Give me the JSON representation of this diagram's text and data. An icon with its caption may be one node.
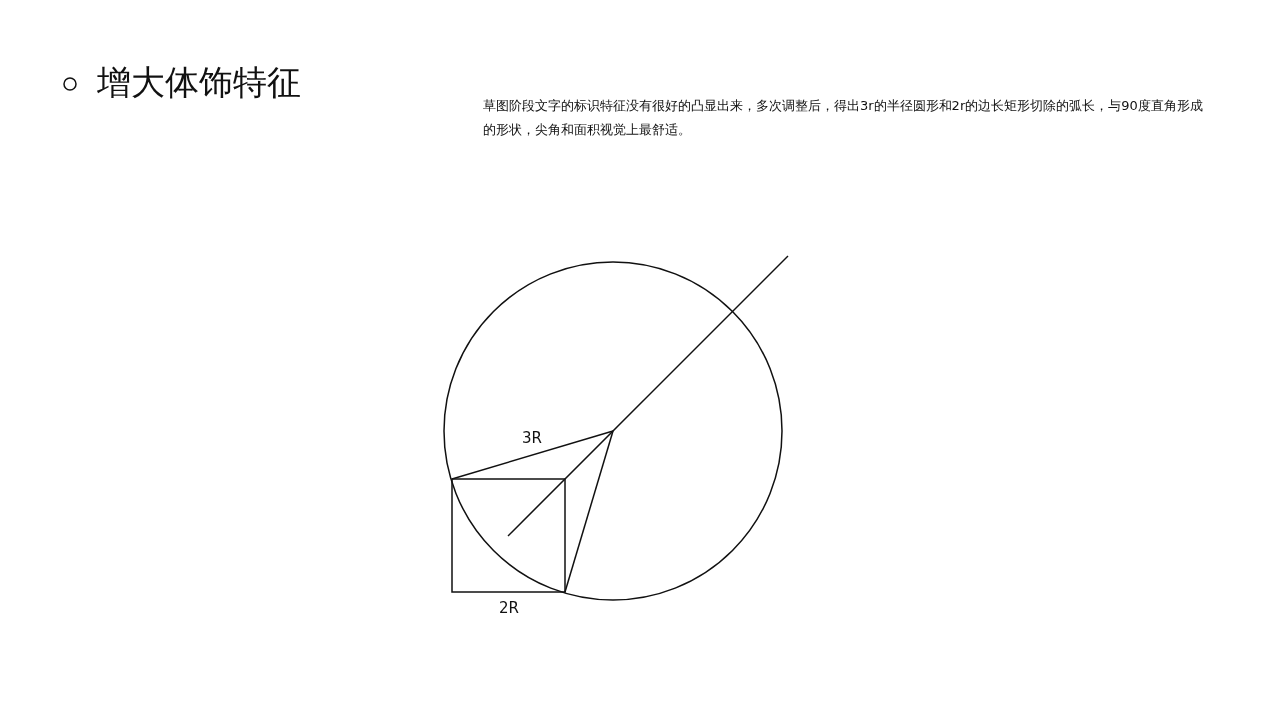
{
  "diagram": {
    "title": "增大体饰特征",
    "labels": [
      "草图阶段文字的标识特征没有很好的凸显出来，多次调整后，得出3r的半径圆形和2r的边长矩形切除的弧长，与90度直角形成的形状，尖角和面积视觉上最舒适。",
      "3R",
      "2R"
    ]
  }
}
